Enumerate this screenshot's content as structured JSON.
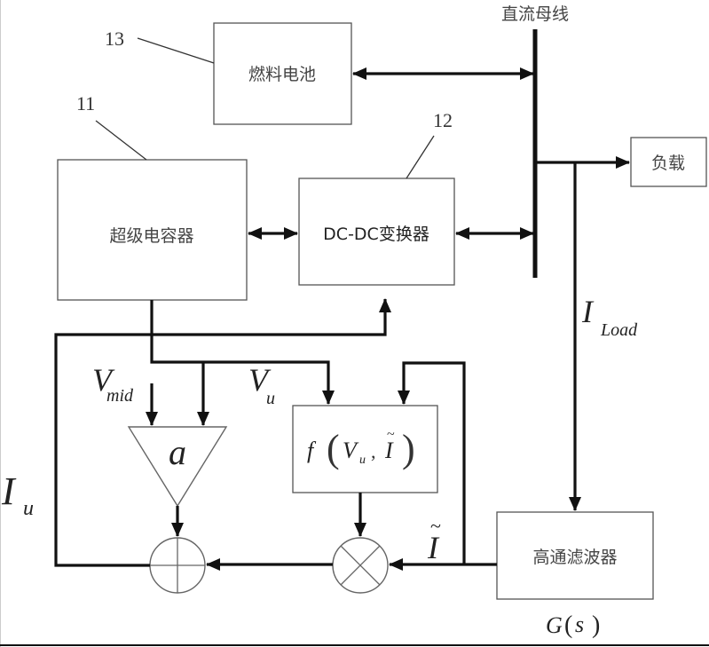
{
  "diagram": {
    "bus_label": "直流母线",
    "blocks": {
      "fuel_cell": "燃料电池",
      "supercapacitor": "超级电容器",
      "dcdc": "DC-DC变换器",
      "load": "负载",
      "hpf": "高通滤波器"
    },
    "ref_numbers": {
      "supercapacitor": "11",
      "dcdc": "12",
      "fuel_cell": "13"
    },
    "signals": {
      "i_load_main": "I",
      "i_load_sub": "Load",
      "v_mid_main": "V",
      "v_mid_sub": "mid",
      "v_u_main": "V",
      "v_u_sub": "u",
      "i_u_main": "I",
      "i_u_sub": "u",
      "i_tilde": "I",
      "gain": "a",
      "func_f": "f",
      "func_v": "V",
      "func_v_sub": "u",
      "func_i": "I",
      "transfer": "G",
      "transfer_arg": "s"
    }
  }
}
